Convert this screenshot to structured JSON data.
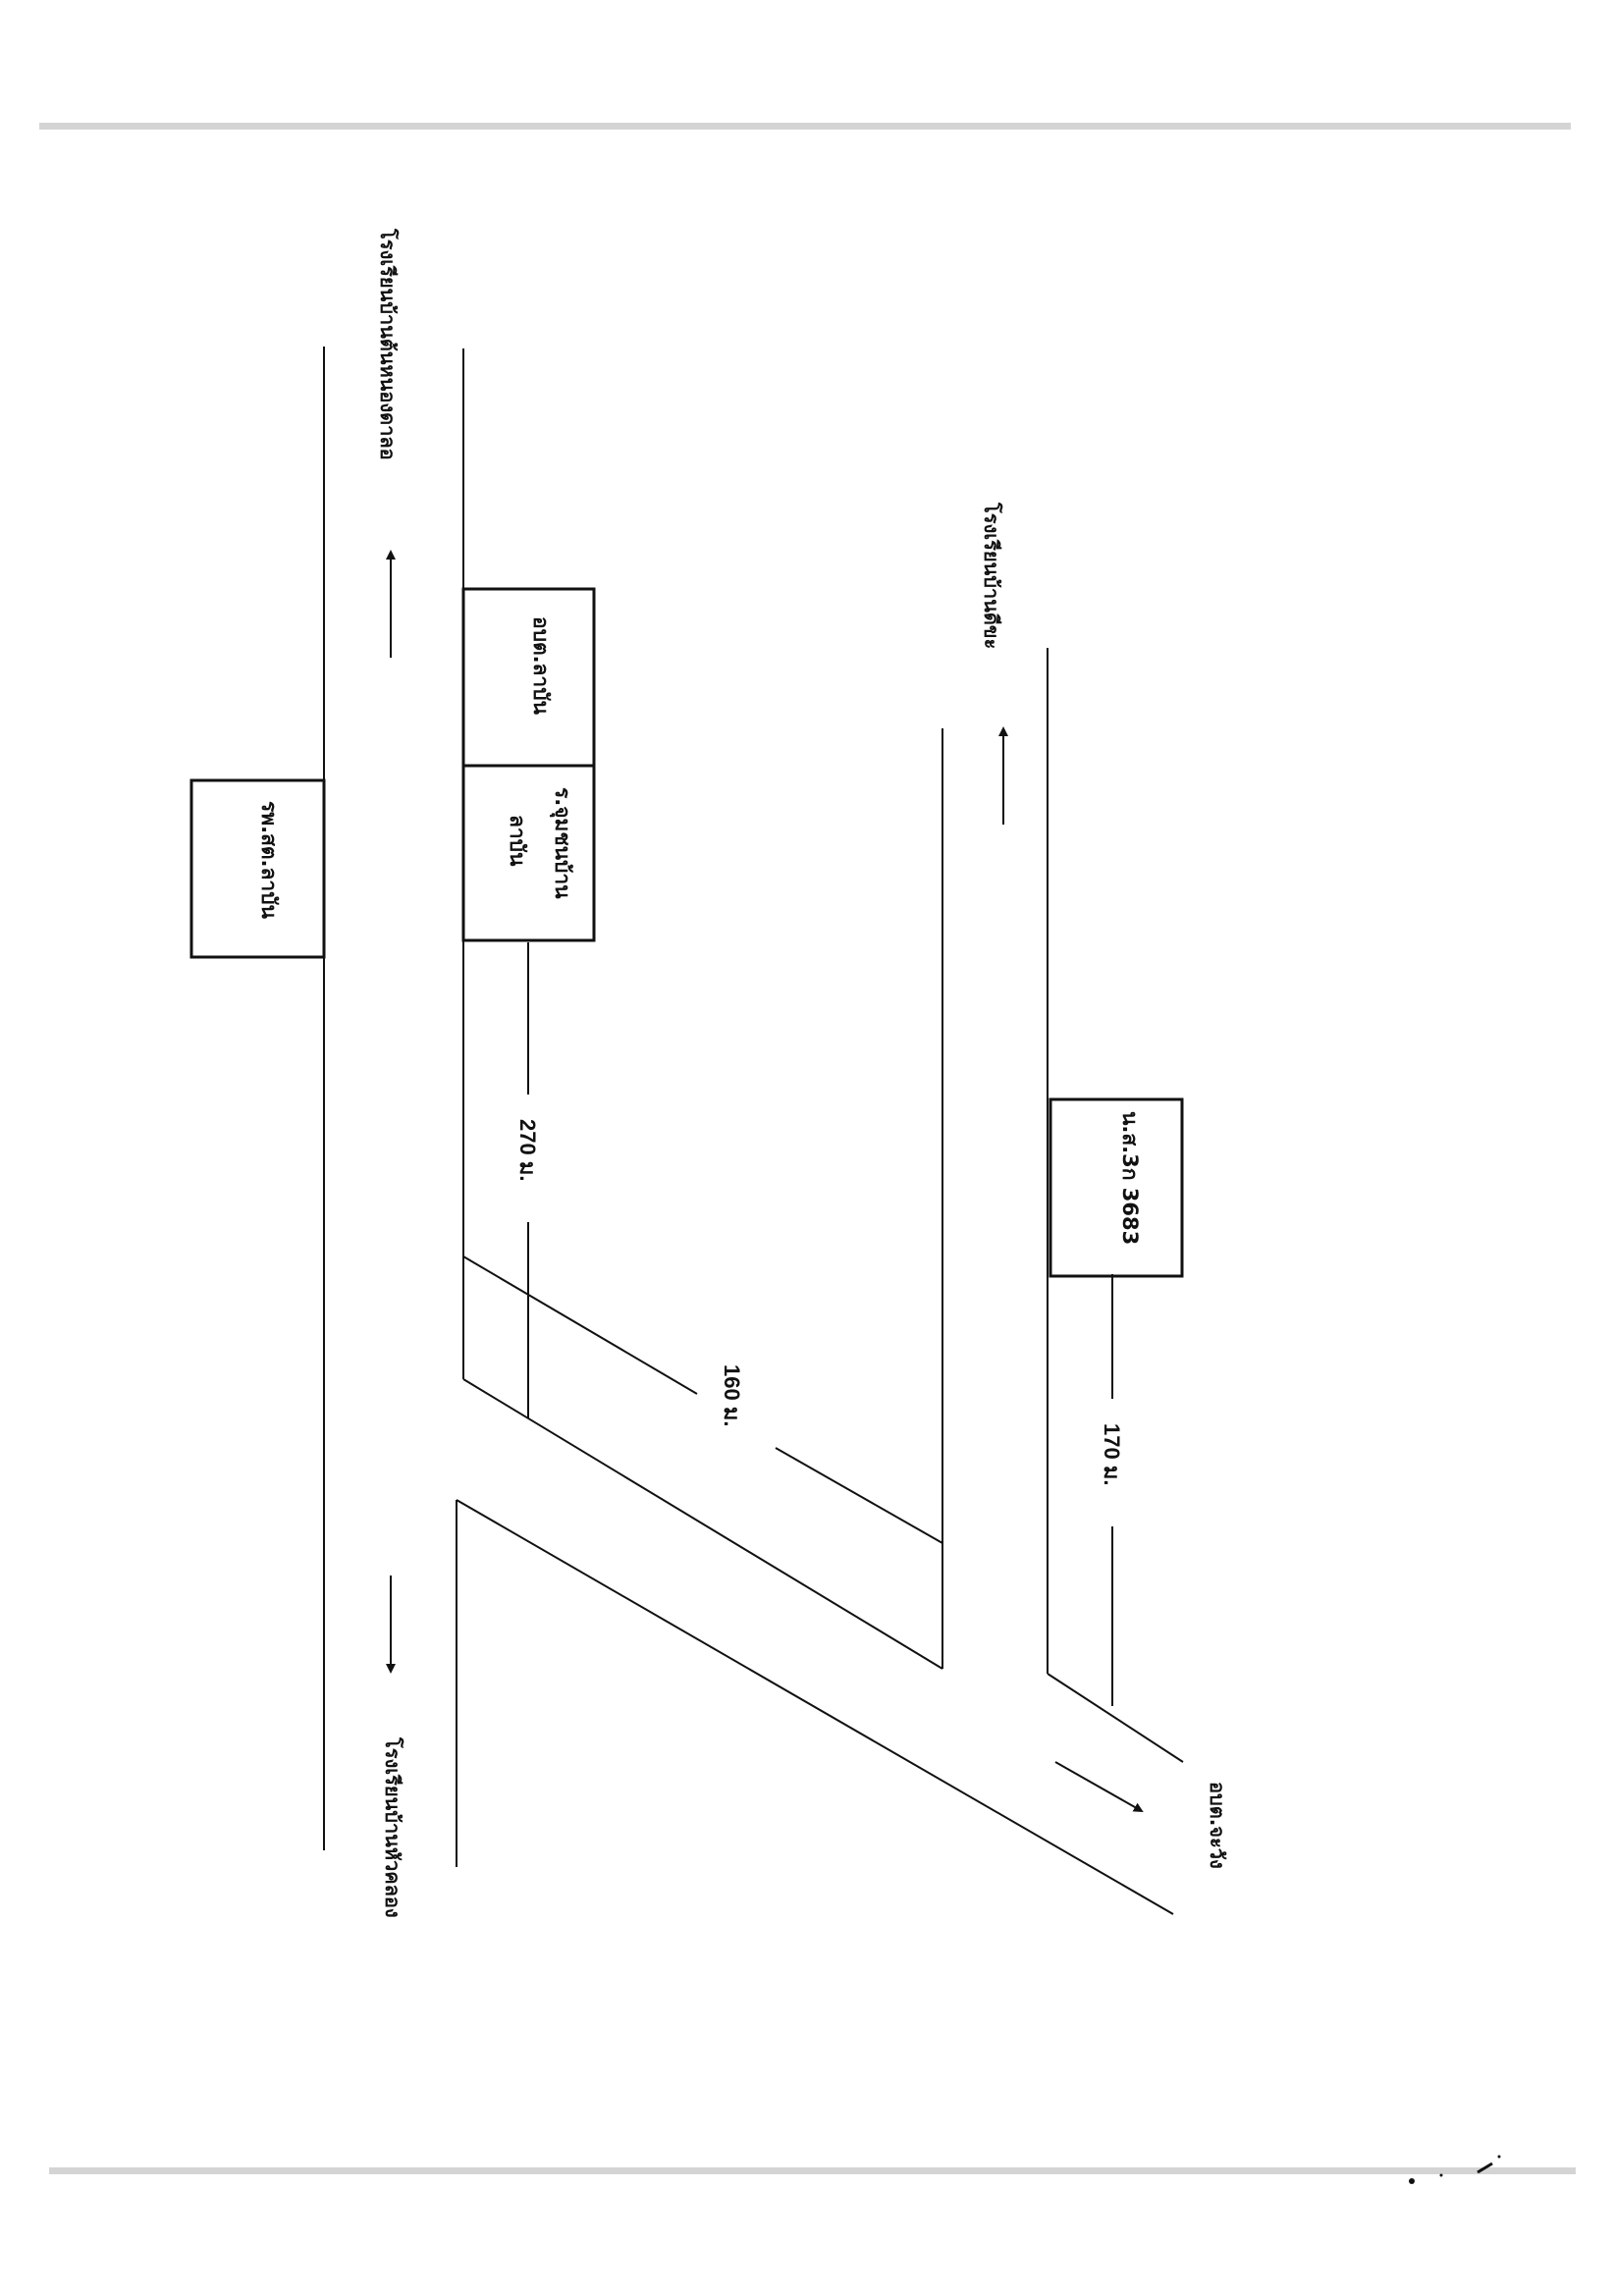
{
  "map": {
    "places": {
      "school_top_left": "โรงเรียนบ้านต้นหนองดาลอ",
      "school_bottom_left": "โรงเรียนบ้านหัวคลอง",
      "school_top_right": "โรงเรียนบ้านดีขะ",
      "office_bottom_right": "อบต.จะวัง"
    },
    "buildings": {
      "hospital": "รพ.สต.ลาบัน",
      "tao_office": "อบต.ลาบัน",
      "village_hall_line1": "ร.จุมชนบ้าน",
      "village_hall_line2": "ลาบัน",
      "school_box": "น.ส.3ก 3683"
    },
    "distances": {
      "d270": "270 ม.",
      "d160": "160 ม.",
      "d170": "170 ม."
    },
    "colors": {
      "line": "#111111",
      "border_band": "#d4d4d4"
    }
  }
}
